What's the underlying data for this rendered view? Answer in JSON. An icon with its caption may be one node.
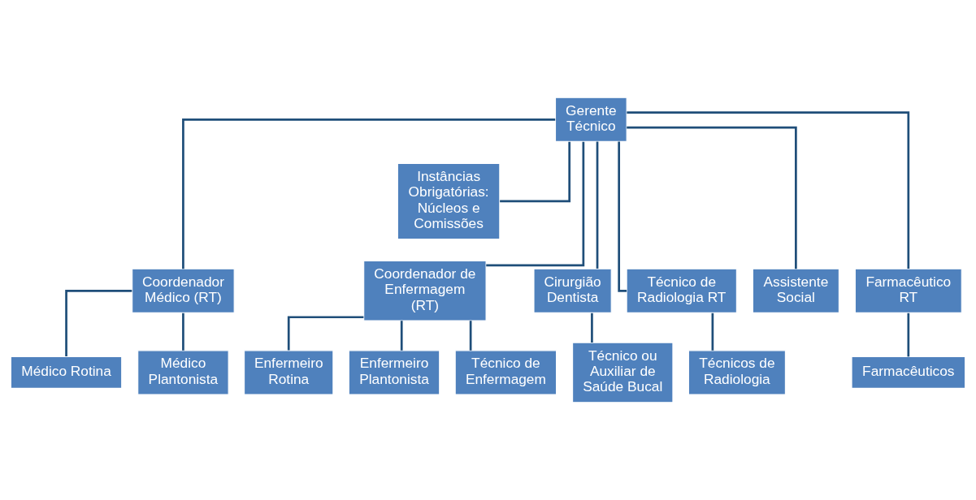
{
  "diagram": {
    "nodes": [
      {
        "text": [
          "Gerente Técnico"
        ]
      },
      {
        "text": [
          "Instâncias Obrigatórias: Núcleos e Comissões"
        ]
      },
      {
        "text": [
          "Coordenador Médico (RT)"
        ]
      },
      {
        "text": [
          "Médico Rotina"
        ]
      },
      {
        "text": [
          "Médico Plantonista"
        ]
      },
      {
        "text": [
          "Coordenador de Enfermagem (RT)"
        ]
      },
      {
        "text": [
          "Enfermeiro Rotina"
        ]
      },
      {
        "text": [
          "Enfermeiro Plantonista"
        ]
      },
      {
        "text": [
          "Técnico de Enfermagem"
        ]
      },
      {
        "text": [
          "Cirurgião Dentista"
        ]
      },
      {
        "text": [
          "Técnico ou Auxiliar de Saúde Bucal"
        ]
      },
      {
        "text": [
          "Técnico de Radiologia RT"
        ]
      },
      {
        "text": [
          "Técnicos de Radiologia"
        ]
      },
      {
        "text": [
          "Assistente Social"
        ]
      },
      {
        "text": [
          "Farmacêutico RT"
        ]
      },
      {
        "text": [
          "Farmacêuticos"
        ]
      }
    ],
    "edges": [
      {
        "from": 0,
        "to": 1,
        "arrow": "none"
      },
      {
        "from": 0,
        "to": 2,
        "arrow": "none"
      },
      {
        "from": 0,
        "to": 5,
        "arrow": "none"
      },
      {
        "from": 0,
        "to": 9,
        "arrow": "none"
      },
      {
        "from": 0,
        "to": 11,
        "arrow": "none"
      },
      {
        "from": 0,
        "to": 13,
        "arrow": "none"
      },
      {
        "from": 0,
        "to": 14,
        "arrow": "none"
      },
      {
        "from": 2,
        "to": 3,
        "arrow": "none"
      },
      {
        "from": 2,
        "to": 4,
        "arrow": "none"
      },
      {
        "from": 5,
        "to": 6,
        "arrow": "none"
      },
      {
        "from": 5,
        "to": 7,
        "arrow": "none"
      },
      {
        "from": 5,
        "to": 8,
        "arrow": "none"
      },
      {
        "from": 9,
        "to": 10,
        "arrow": "none"
      },
      {
        "from": 11,
        "to": 12,
        "arrow": "none"
      },
      {
        "from": 14,
        "to": 15,
        "arrow": "none"
      }
    ]
  }
}
